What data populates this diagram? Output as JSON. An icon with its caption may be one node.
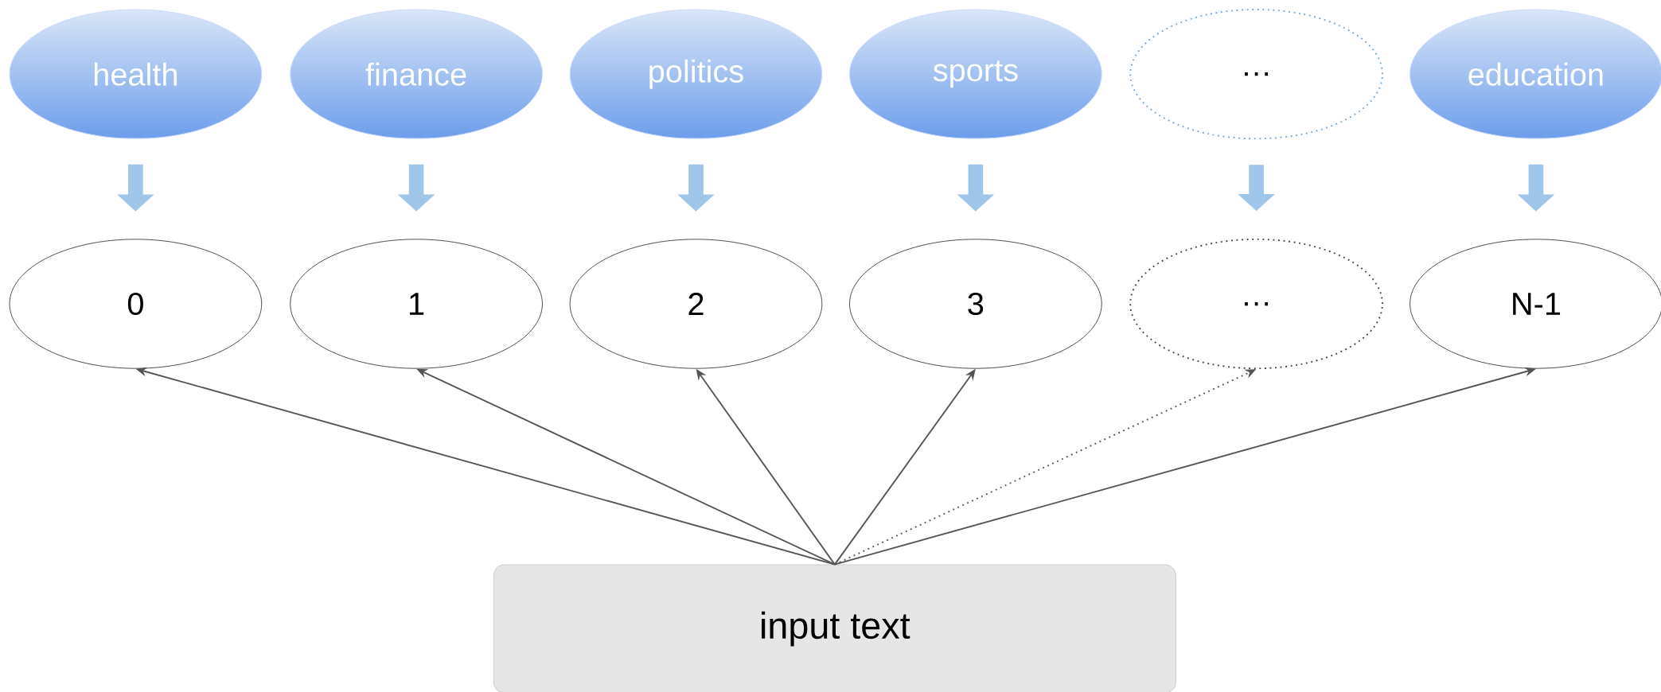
{
  "diagram": {
    "nodes": [
      {
        "text": [
          "health"
        ]
      },
      {
        "text": [
          "finance"
        ]
      },
      {
        "text": [
          "politics"
        ]
      },
      {
        "text": [
          "sports"
        ]
      },
      {
        "text": [
          "…"
        ]
      },
      {
        "text": [
          "education"
        ]
      },
      {
        "text": [
          "0"
        ]
      },
      {
        "text": [
          "1"
        ]
      },
      {
        "text": [
          "2"
        ]
      },
      {
        "text": [
          "3"
        ]
      },
      {
        "text": [
          "…"
        ]
      },
      {
        "text": [
          "N-1"
        ]
      },
      {
        "text": [
          "input text"
        ]
      }
    ],
    "edges": [
      {
        "from": 0,
        "to": 6,
        "arrow": "to",
        "style": "thick",
        "color": "#9fc5e8"
      },
      {
        "from": 1,
        "to": 7,
        "arrow": "to",
        "style": "thick",
        "color": "#9fc5e8"
      },
      {
        "from": 2,
        "to": 8,
        "arrow": "to",
        "style": "thick",
        "color": "#9fc5e8"
      },
      {
        "from": 3,
        "to": 9,
        "arrow": "to",
        "style": "thick",
        "color": "#9fc5e8"
      },
      {
        "from": 4,
        "to": 10,
        "arrow": "to",
        "style": "thick",
        "color": "#9fc5e8"
      },
      {
        "from": 5,
        "to": 11,
        "arrow": "to",
        "style": "thick",
        "color": "#9fc5e8"
      },
      {
        "from": 12,
        "to": 6,
        "arrow": "to",
        "color": "#555555"
      },
      {
        "from": 12,
        "to": 7,
        "arrow": "to",
        "color": "#555555"
      },
      {
        "from": 12,
        "to": 8,
        "arrow": "to",
        "color": "#555555"
      },
      {
        "from": 12,
        "to": 9,
        "arrow": "to",
        "color": "#555555"
      },
      {
        "from": 12,
        "to": 10,
        "arrow": "to",
        "style": "dashed",
        "color": "#555555"
      },
      {
        "from": 12,
        "to": 11,
        "arrow": "to",
        "color": "#555555"
      }
    ]
  }
}
